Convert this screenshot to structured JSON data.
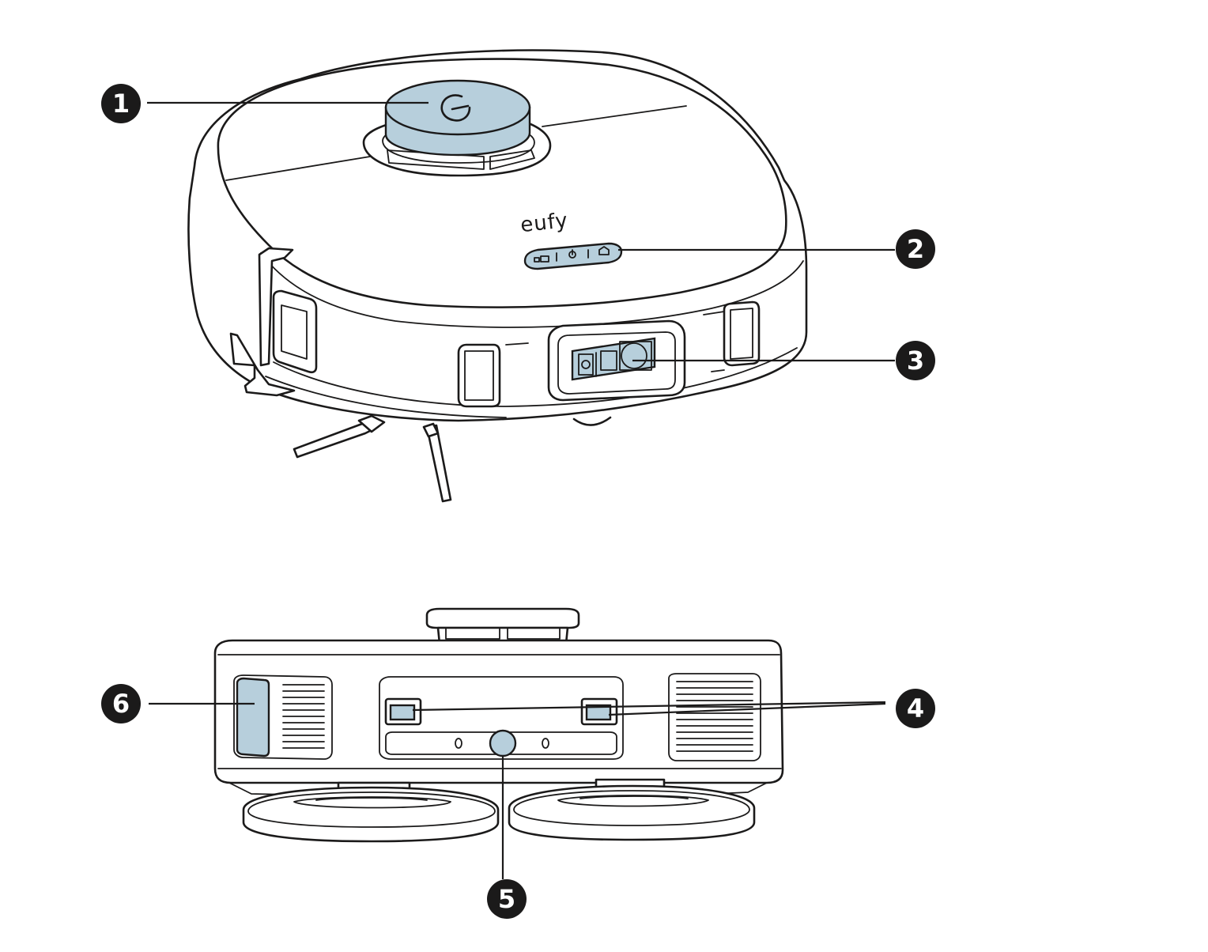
{
  "brand_label": "eufy",
  "colors": {
    "highlight": "#b7cfdc",
    "ink": "#1b1a1a",
    "background": "#ffffff"
  },
  "callouts": [
    {
      "number": "1",
      "target": "top-button"
    },
    {
      "number": "2",
      "target": "indicator-panel"
    },
    {
      "number": "3",
      "target": "front-sensor"
    },
    {
      "number": "4",
      "target": "bottom-sensors"
    },
    {
      "number": "5",
      "target": "bottom-caster"
    },
    {
      "number": "6",
      "target": "side-panel"
    }
  ]
}
